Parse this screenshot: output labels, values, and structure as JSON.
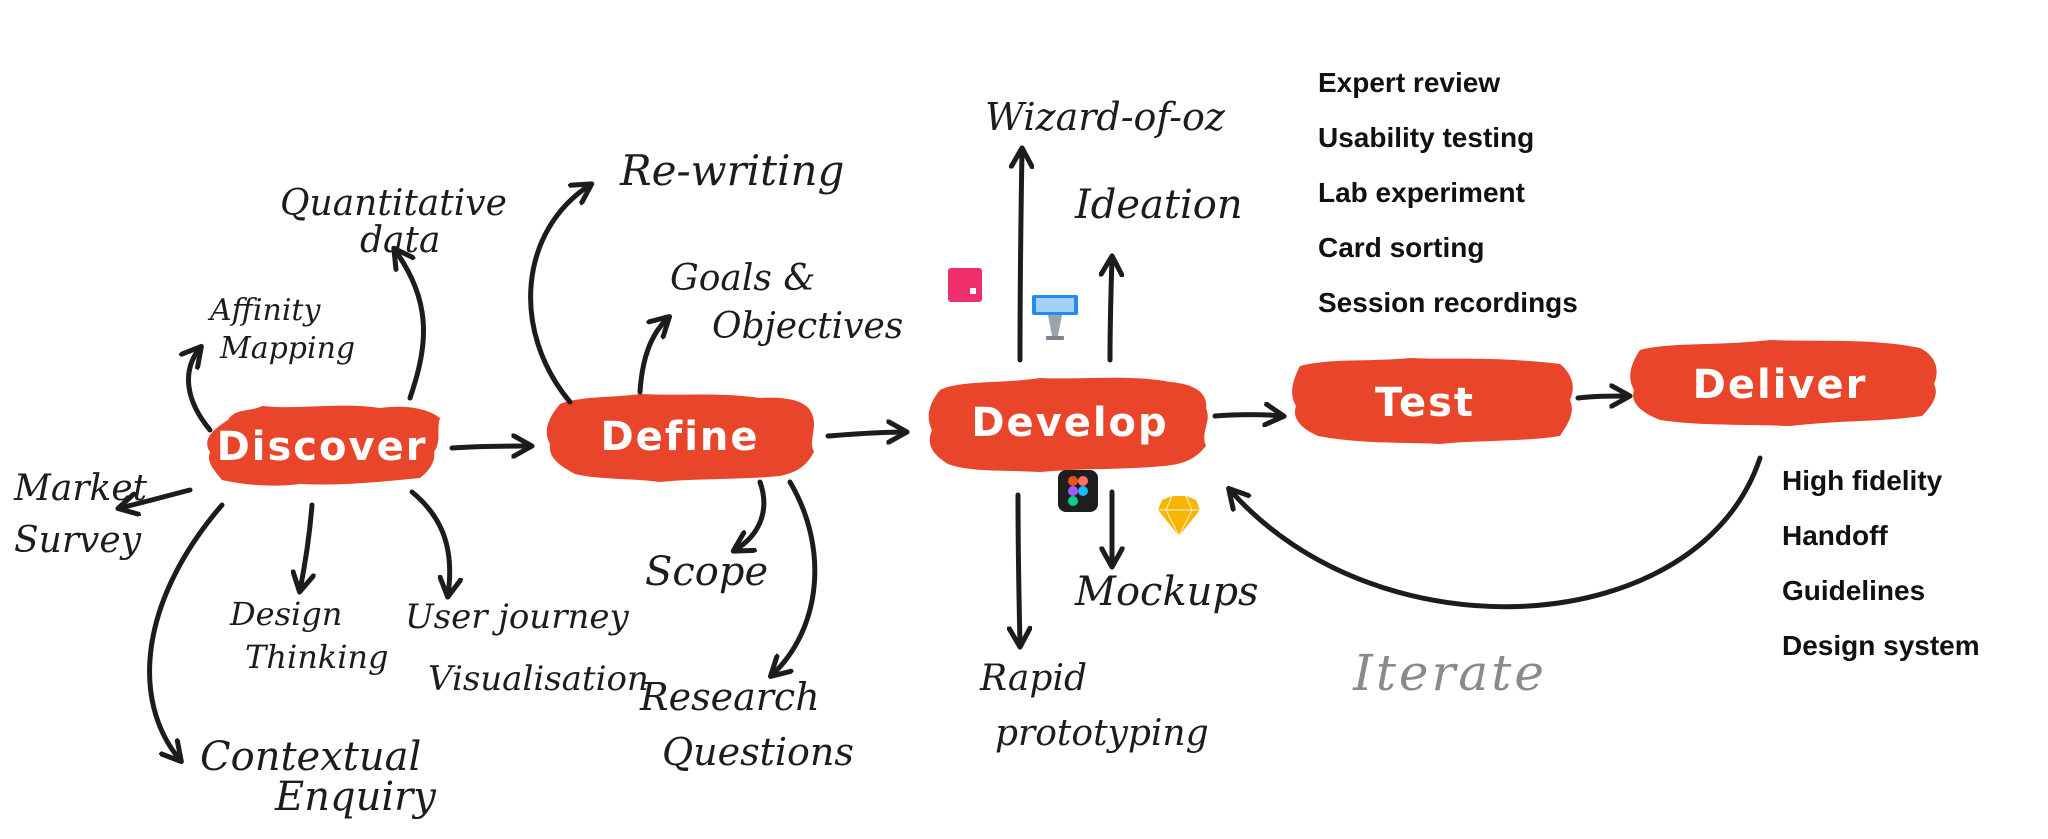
{
  "stages": {
    "discover": "Discover",
    "define": "Define",
    "develop": "Develop",
    "test": "Test",
    "deliver": "Deliver"
  },
  "discover_methods": {
    "quantitative": [
      "Quantitative",
      "data"
    ],
    "affinity": [
      "Affinity",
      "Mapping"
    ],
    "market": [
      "Market",
      "Survey"
    ],
    "design_thinking": [
      "Design",
      "Thinking"
    ],
    "user_journey": [
      "User journey",
      "Visualisation"
    ],
    "contextual": [
      "Contextual",
      "Enquiry"
    ]
  },
  "define_methods": {
    "rewriting": "Re-writing",
    "goals": [
      "Goals &",
      "Objectives"
    ],
    "scope": "Scope",
    "research": [
      "Research",
      "Questions"
    ]
  },
  "develop_methods": {
    "wizard": "Wizard-of-oz",
    "ideation": "Ideation",
    "mockups": "Mockups",
    "rapid": [
      "Rapid",
      "prototyping"
    ]
  },
  "test_methods": [
    "Expert review",
    "Usability testing",
    "Lab experiment",
    "Card sorting",
    "Session recordings"
  ],
  "deliver_methods": [
    "High fidelity",
    "Handoff",
    "Guidelines",
    "Design system"
  ],
  "iterate_label": "Iterate",
  "colors": {
    "stage_fill": "#e9452a",
    "ink": "#1c1c1c",
    "iterate": "#8a8a8a",
    "brand_pink": "#ee2f6c",
    "keynote_blue": "#1f8df0",
    "sketch_orange": "#f7b500",
    "figma_dark": "#1e1e1e"
  },
  "icons": {
    "pink": "pink-square-app-icon",
    "keynote": "keynote-podium-icon",
    "figma": "figma-icon",
    "sketch": "sketch-diamond-icon"
  }
}
